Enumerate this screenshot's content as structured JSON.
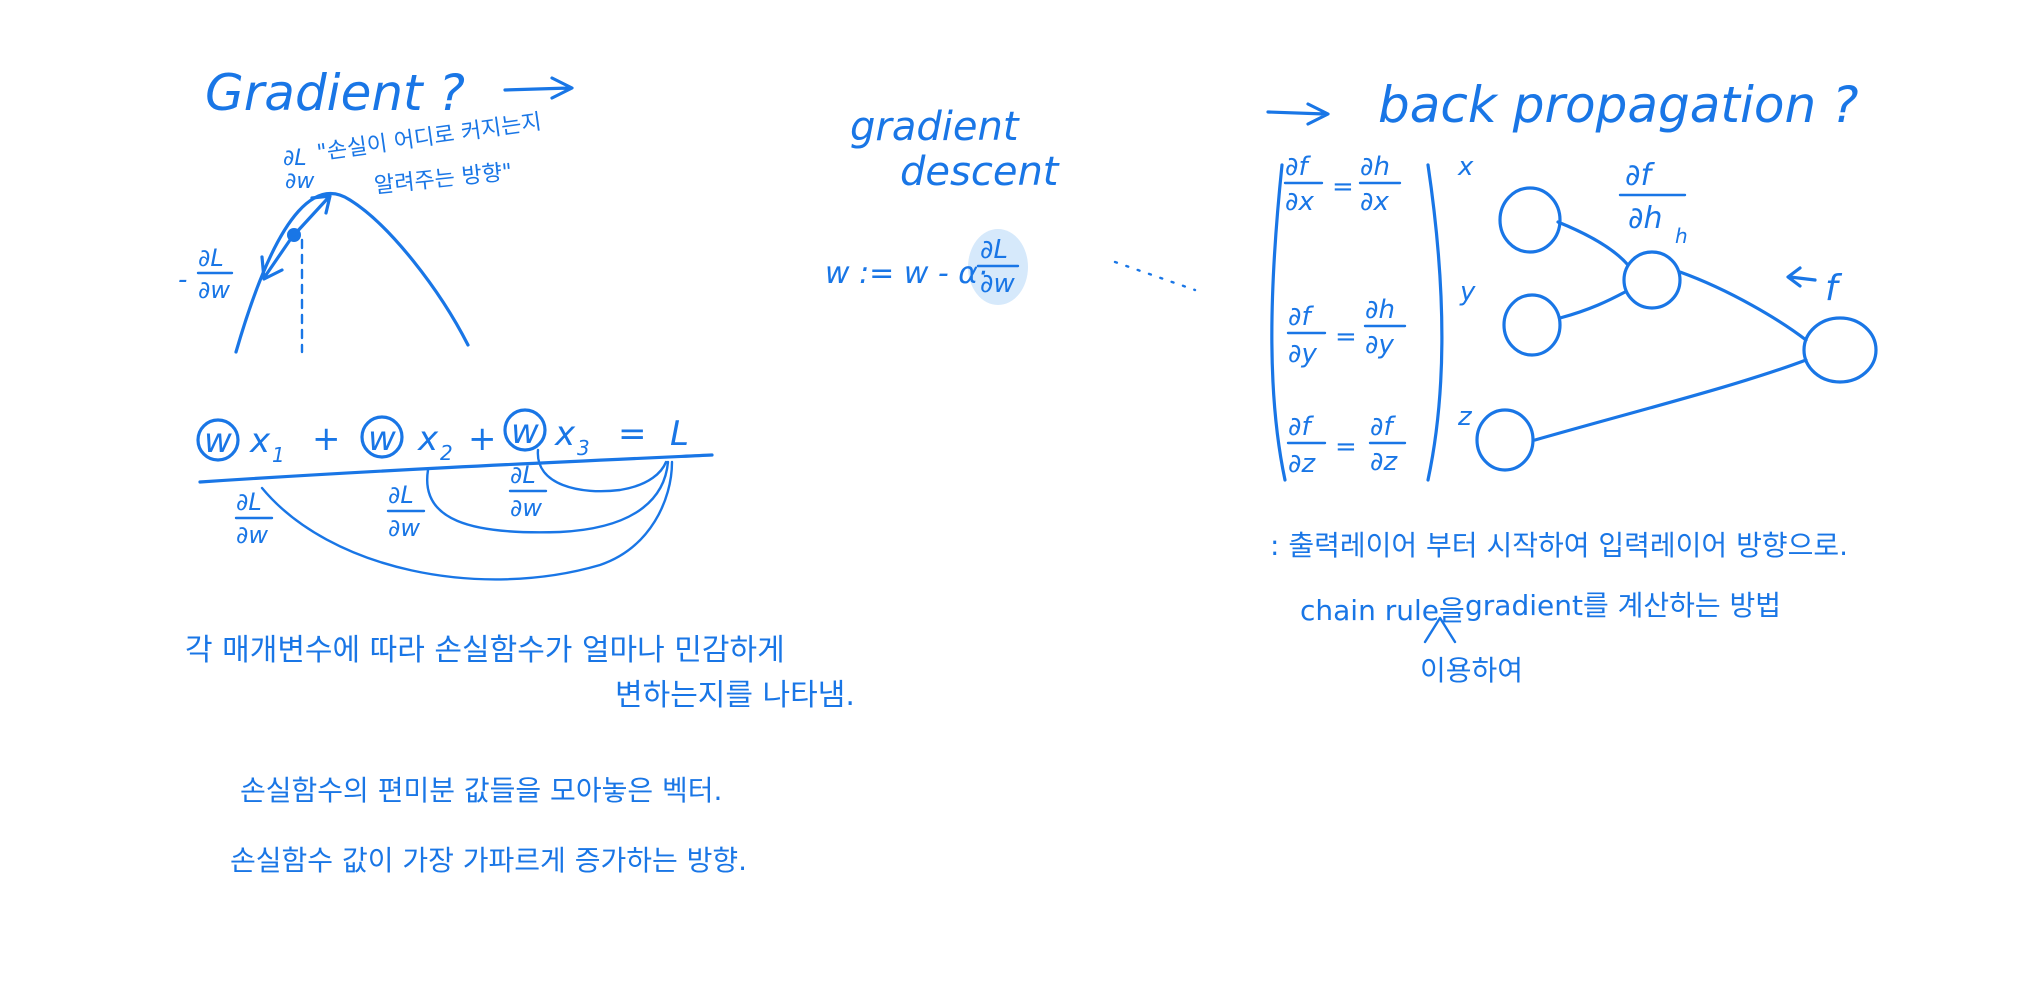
{
  "left": {
    "title": "Gradient ?",
    "curve_label_dl": "∂L",
    "curve_label_dw": "∂w",
    "curve_note_1": "\"손실이 어디로 커지는지",
    "curve_note_2": "알려주는 방향\"",
    "neg_label_num": "∂L",
    "neg_label_den": "∂w",
    "neg_sign": "-",
    "equation": "ⓦ x₁ + ⓦ x₂ + ⓦ x₃ = L",
    "eq_w1": "w",
    "eq_x1": "x",
    "eq_x1_sub": "1",
    "eq_plus1": "+",
    "eq_w2": "w",
    "eq_x2": "x",
    "eq_x2_sub": "2",
    "eq_plus2": "+",
    "eq_w3": "w",
    "eq_x3": "x",
    "eq_x3_sub": "3",
    "eq_equals": "=",
    "eq_L": "L",
    "partial_num": "∂L",
    "partial_den": "∂w",
    "desc_1": "각 매개변수에 따라 손실함수가 얼마나 민감하게",
    "desc_2": "변하는지를 나타냄.",
    "desc_3": "손실함수의 편미분 값들을 모아놓은 벡터.",
    "desc_4": "손실함수 값이 가장 가파르게 증가하는 방향."
  },
  "middle": {
    "title_1": "gradient",
    "title_2": "descent",
    "update_rule": "w := w - α·",
    "rule_num": "∂L",
    "rule_den": "∂w",
    "highlight_color": "#d6e9fb"
  },
  "right": {
    "title": "back propagation ?",
    "eqs": [
      {
        "lnum": "∂f",
        "lden": "∂x",
        "rnum": "∂h",
        "rden": "∂x"
      },
      {
        "lnum": "∂f",
        "lden": "∂y",
        "rnum": "∂h",
        "rden": "∂y"
      },
      {
        "lnum": "∂f",
        "lden": "∂z",
        "rnum": "∂f",
        "rden": "∂z"
      }
    ],
    "node_x": "x",
    "node_y": "y",
    "node_z": "z",
    "h_num": "∂f",
    "h_den": "∂h",
    "h_sub": "h",
    "f_label": "f",
    "note_1": ": 출력레이어 부터 시작하여 입력레이어 방향으로.",
    "note_2a": "chain rule을",
    "note_2b": "gradient를 계산하는 방법",
    "note_3": "이용하여"
  },
  "colors": {
    "ink": "#1976e6",
    "background": "#ffffff"
  }
}
